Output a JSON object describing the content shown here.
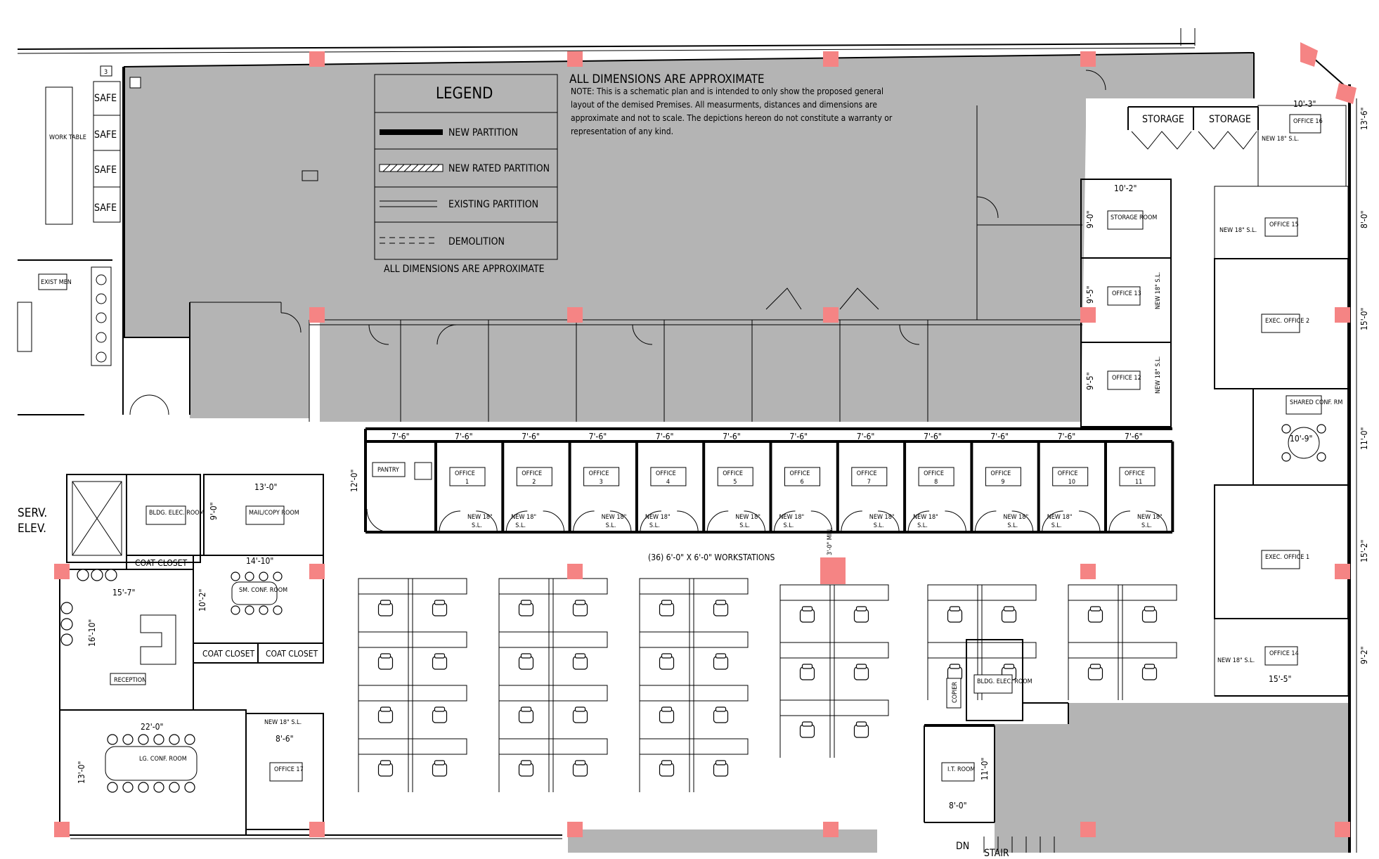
{
  "notes": {
    "heading": "ALL DIMENSIONS ARE APPROXIMATE",
    "lines": [
      "NOTE: This is a schematic plan and is intended to only show the proposed general",
      "layout of the demised Premises. All measurments, distances and dimensions are",
      "approximate and not to scale. The depictions hereon do not constitute a warranty or",
      "representation of any kind."
    ]
  },
  "legend": {
    "title": "LEGEND",
    "items": [
      "NEW PARTITION",
      "NEW RATED PARTITION",
      "EXISTING PARTITION",
      "DEMOLITION"
    ],
    "footer": "ALL DIMENSIONS ARE APPROXIMATE"
  },
  "workstations_label": "(36) 6'-0\" X 6'-0\" WORKSTATIONS",
  "offices_row": {
    "names": [
      "OFFICE 1",
      "OFFICE 2",
      "OFFICE 3",
      "OFFICE 4",
      "OFFICE 5",
      "OFFICE 6",
      "OFFICE 7",
      "OFFICE 8",
      "OFFICE 9",
      "OFFICE 10",
      "OFFICE 11"
    ],
    "dim": "7'-6\"",
    "sl": "NEW 18\" S.L."
  },
  "rooms": {
    "pantry": "PANTRY",
    "storage1": "STORAGE",
    "storage2": "STORAGE",
    "storage_room": "STORAGE ROOM",
    "office12": "OFFICE 12",
    "office13": "OFFICE 13",
    "office14": "OFFICE 14",
    "office15": "OFFICE 15",
    "office16": "OFFICE 16",
    "office17": "OFFICE 17",
    "exec1": "EXEC. OFFICE 1",
    "exec2": "EXEC. OFFICE 2",
    "shared_conf": "SHARED CONF. RM",
    "bldg_elec1": "BLDG. ELEC. ROOM",
    "bldg_elec2": "BLDG. ELEC. ROOM",
    "mail_copy": "MAIL/COPY ROOM",
    "sm_conf": "SM. CONF. ROOM",
    "lg_conf": "LG. CONF. ROOM",
    "reception": "RECEPTION",
    "coat1": "COAT CLOSET",
    "coat2": "COAT CLOSET",
    "coat3": "COAT CLOSET",
    "it_room": "I.T. ROOM",
    "serv_elev": "SERV. ELEV.",
    "exist_men": "EXIST MEN",
    "work_table": "WORK TABLE",
    "safe": "SAFE",
    "copier": "COPIER",
    "dn": "DN",
    "stair": "STAIR"
  },
  "dimensions": {
    "d_13_0": "13'-0\"",
    "d_14_10": "14'-10\"",
    "d_15_7": "15'-7\"",
    "d_16_10": "16'-10\"",
    "d_22_0": "22'-0\"",
    "d_13_0b": "13'-0\"",
    "d_8_6": "8'-6\"",
    "d_10_2": "10'-2\"",
    "d_10_2b": "10'-2\"",
    "d_9_0": "9'-0\"",
    "d_9_0b": "9'-0\"",
    "d_9_5": "9'-5\"",
    "d_9_5b": "9'-5\"",
    "d_12_0": "12'-0\"",
    "d_10_3": "10'-3\"",
    "d_13_6": "13'-6\"",
    "d_8_0": "8'-0\"",
    "d_15_0": "15'-0\"",
    "d_11_0": "11'-0\"",
    "d_15_2": "15'-2\"",
    "d_9_2": "9'-2\"",
    "d_15_5": "15'-5\"",
    "d_10_9": "10'-9\"",
    "d_8_0b": "8'-0\"",
    "d_11_0b": "11'-0\"",
    "d_3_0": "3'-0\" MIN.",
    "sl_short": "NEW 18\" S.L.",
    "num3": "3"
  },
  "colors": {
    "gray": "#b4b4b4",
    "column_marker": "#f58484",
    "line": "#000000"
  }
}
